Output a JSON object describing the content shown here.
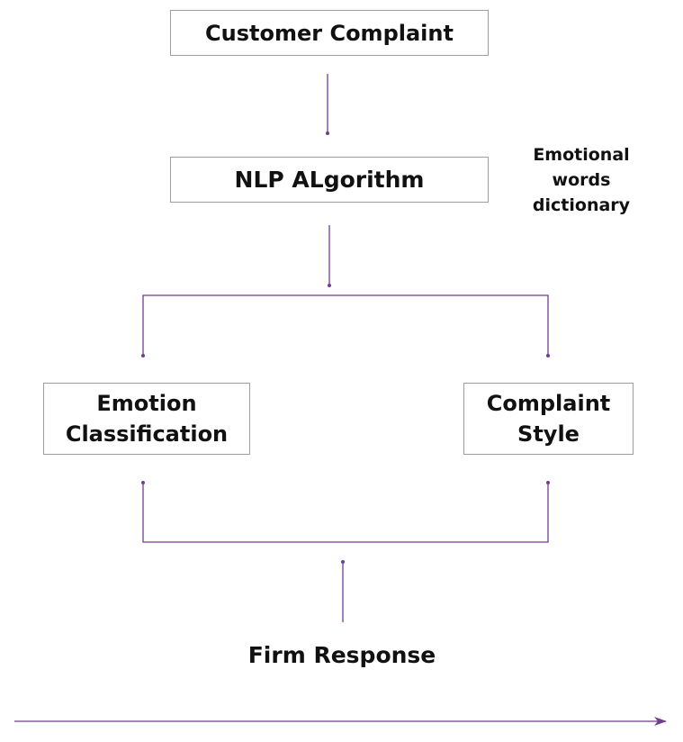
{
  "nodes": {
    "customer_complaint": "Customer Complaint",
    "nlp_algorithm": "NLP ALgorithm",
    "emotional_dictionary": [
      "Emotional",
      "words",
      "dictionary"
    ],
    "emotion_classification": [
      "Emotion",
      "Classification"
    ],
    "complaint_style": [
      "Complaint",
      "Style"
    ],
    "firm_response": "Firm Response"
  },
  "colors": {
    "connector": "#6e3f8e",
    "box_border": "#9e9e9e",
    "text": "#111111"
  }
}
